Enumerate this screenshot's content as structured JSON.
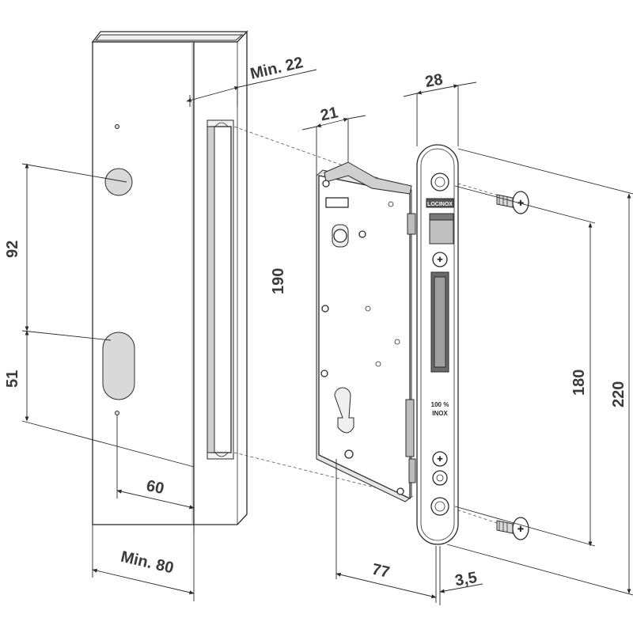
{
  "dimensions": {
    "min_22": "Min. 22",
    "d28": "28",
    "d21": "21",
    "d92": "92",
    "d51": "51",
    "d190": "190",
    "d180": "180",
    "d220": "220",
    "d60": "60",
    "min_80": "Min. 80",
    "d77": "77",
    "d3_5": "3,5"
  },
  "lock": {
    "brand": "LOCINOX",
    "inox_line1": "100 %",
    "inox_line2": "INOX"
  }
}
